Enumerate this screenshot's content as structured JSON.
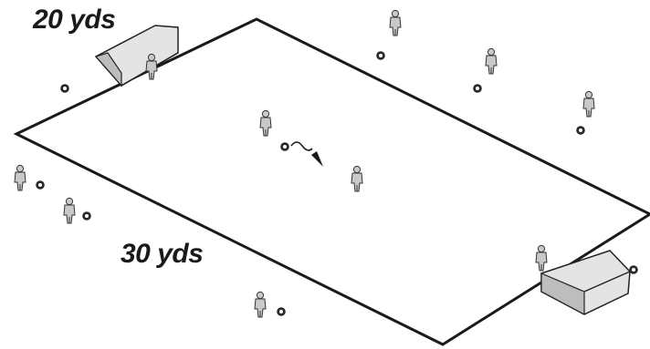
{
  "diagram": {
    "width_label": "20 yds",
    "length_label": "30 yds"
  },
  "players": [
    {
      "id": "goalkeeper-top"
    },
    {
      "id": "attacker-dribbling"
    },
    {
      "id": "defender-center"
    },
    {
      "id": "goalkeeper-bottom"
    },
    {
      "id": "waiting-player-1"
    },
    {
      "id": "waiting-player-2"
    },
    {
      "id": "waiting-player-3"
    },
    {
      "id": "waiting-player-4"
    },
    {
      "id": "waiting-player-5"
    },
    {
      "id": "waiting-player-6"
    }
  ],
  "colors": {
    "field_line": "#1a1a1a",
    "goal_fill": "#e4e4e4",
    "player_fill": "#c9c9c9",
    "ball": "#2a2a2a"
  }
}
